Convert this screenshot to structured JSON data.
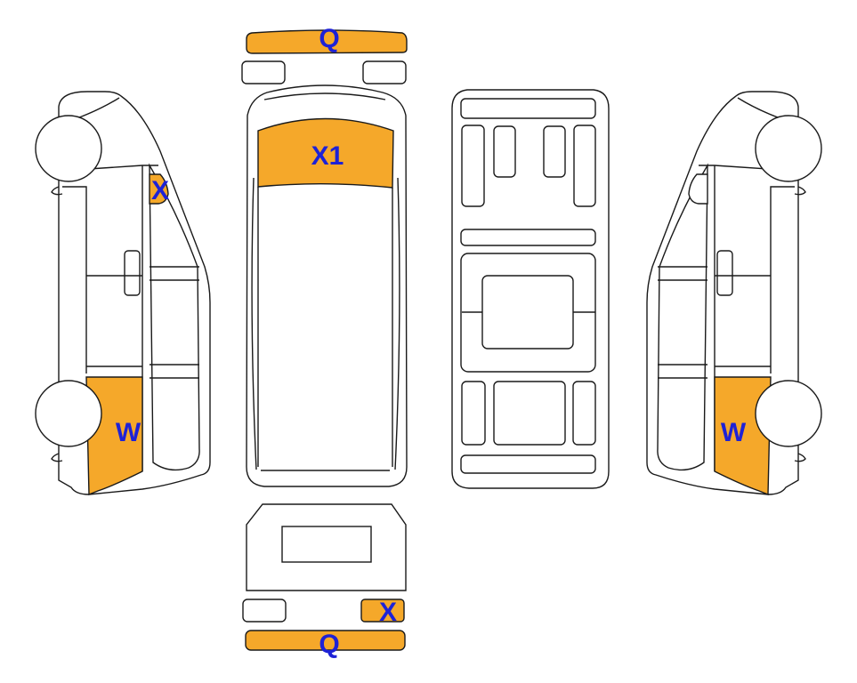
{
  "colors": {
    "highlight": "#f5a82a",
    "label": "#1e22d6",
    "outline": "#1a1a1a"
  },
  "zones": {
    "front_bumper": "Q",
    "windshield": "X1",
    "left_mirror": "X",
    "left_rear_panel": "W",
    "right_rear_panel": "W",
    "rear_lamp": "X",
    "rear_bumper": "Q"
  }
}
